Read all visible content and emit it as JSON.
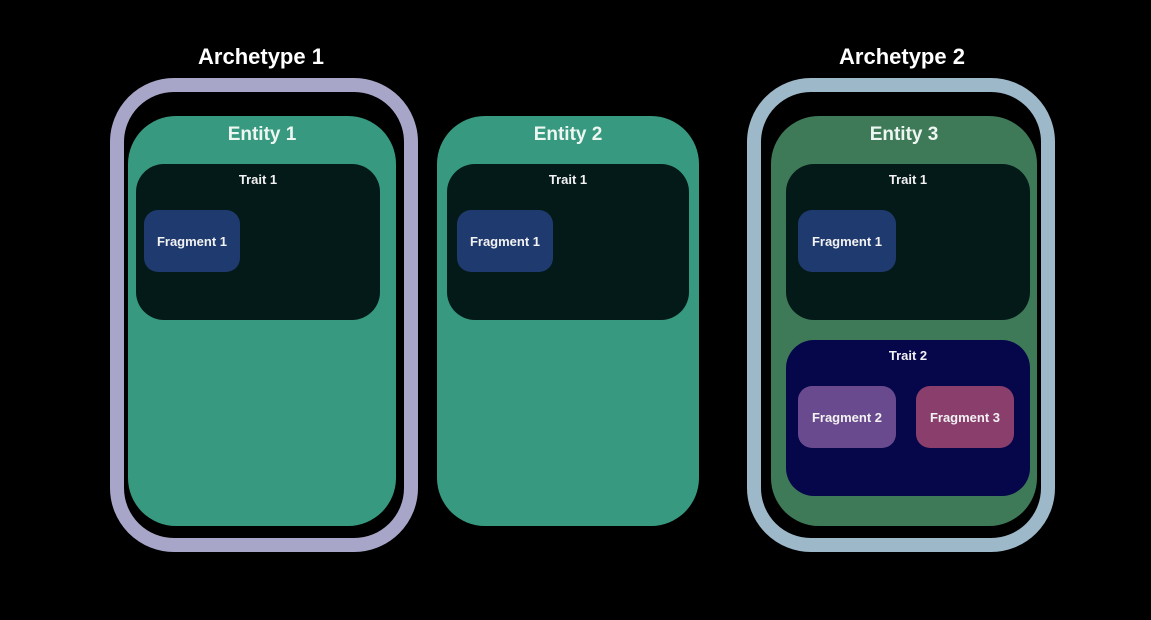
{
  "archetypes": [
    {
      "title": "Archetype 1"
    },
    {
      "title": "Archetype 2"
    }
  ],
  "entities": [
    {
      "title": "Entity 1",
      "traits": [
        {
          "title": "Trait 1",
          "fragments": [
            "Fragment 1"
          ]
        }
      ]
    },
    {
      "title": "Entity 2",
      "traits": [
        {
          "title": "Trait 1",
          "fragments": [
            "Fragment 1"
          ]
        }
      ]
    },
    {
      "title": "Entity 3",
      "traits": [
        {
          "title": "Trait 1",
          "fragments": [
            "Fragment 1"
          ]
        },
        {
          "title": "Trait 2",
          "fragments": [
            "Fragment 2",
            "Fragment 3"
          ]
        }
      ]
    }
  ],
  "colors": {
    "background": "#000000",
    "archetype_1_border": "#a7a6c8",
    "archetype_2_border": "#9db8c8",
    "entity_fill": "#37997f",
    "entity_3_fill": "#3f7a58",
    "trait_1_fill": "#041a18",
    "trait_2_fill": "#06064a",
    "fragment_1": "#1f3a6e",
    "fragment_2": "#6a4a8e",
    "fragment_3": "#8a3e6c"
  }
}
